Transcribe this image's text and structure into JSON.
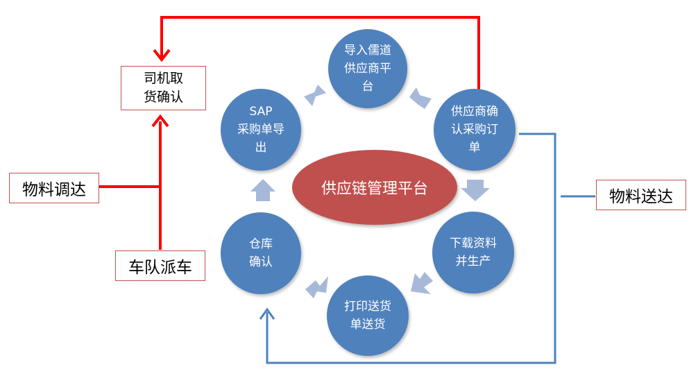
{
  "center": {
    "label": "供应链管理平台"
  },
  "nodes": {
    "import": "导入儒道\n供应商平\n台",
    "supplier_confirm": "供应商确\n认采购订\n单",
    "download": "下载资料\n并生产",
    "print_ship": "打印送货\n单送货",
    "warehouse": "仓库\n确认",
    "sap_export": "SAP\n采购单导\n出"
  },
  "labels": {
    "driver_confirm": "司机取\n货确认",
    "material_dispatch": "物料调达",
    "fleet_dispatch": "车队派车",
    "material_delivery": "物料送达"
  },
  "colors": {
    "node_fill": "#4f81bd",
    "center_fill": "#c0504d",
    "cycle_arrow": "#a6b9d9",
    "red_line": "#ff0000",
    "blue_line": "#4f81bd",
    "box_border": "#c0504d"
  }
}
